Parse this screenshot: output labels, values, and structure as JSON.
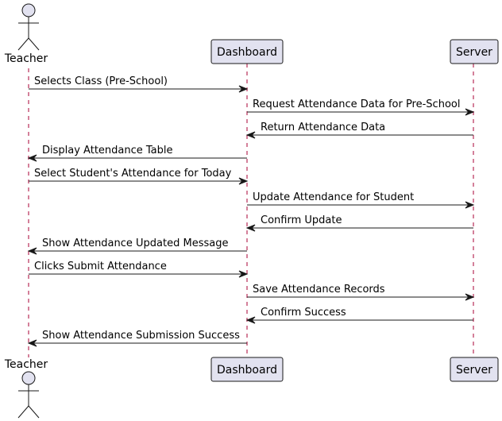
{
  "diagram": {
    "type": "sequence",
    "participants": [
      {
        "id": "teacher",
        "label": "Teacher",
        "kind": "actor"
      },
      {
        "id": "dashboard",
        "label": "Dashboard",
        "kind": "participant"
      },
      {
        "id": "server",
        "label": "Server",
        "kind": "participant"
      }
    ],
    "messages": [
      {
        "from": "teacher",
        "to": "dashboard",
        "label": "Selects Class (Pre-School)"
      },
      {
        "from": "dashboard",
        "to": "server",
        "label": "Request Attendance Data for Pre-School"
      },
      {
        "from": "server",
        "to": "dashboard",
        "label": "Return Attendance Data"
      },
      {
        "from": "dashboard",
        "to": "teacher",
        "label": "Display Attendance Table"
      },
      {
        "from": "teacher",
        "to": "dashboard",
        "label": "Select Student's Attendance for Today"
      },
      {
        "from": "dashboard",
        "to": "server",
        "label": "Update Attendance for Student"
      },
      {
        "from": "server",
        "to": "dashboard",
        "label": "Confirm Update"
      },
      {
        "from": "dashboard",
        "to": "teacher",
        "label": "Show Attendance Updated Message"
      },
      {
        "from": "teacher",
        "to": "dashboard",
        "label": "Clicks Submit Attendance"
      },
      {
        "from": "dashboard",
        "to": "server",
        "label": "Save Attendance Records"
      },
      {
        "from": "server",
        "to": "dashboard",
        "label": "Confirm Success"
      },
      {
        "from": "dashboard",
        "to": "teacher",
        "label": "Show Attendance Submission Success"
      }
    ],
    "colors": {
      "participant_fill": "#e2e2f0",
      "border": "#181818",
      "lifeline": "#a80036",
      "arrow": "#181818"
    }
  }
}
